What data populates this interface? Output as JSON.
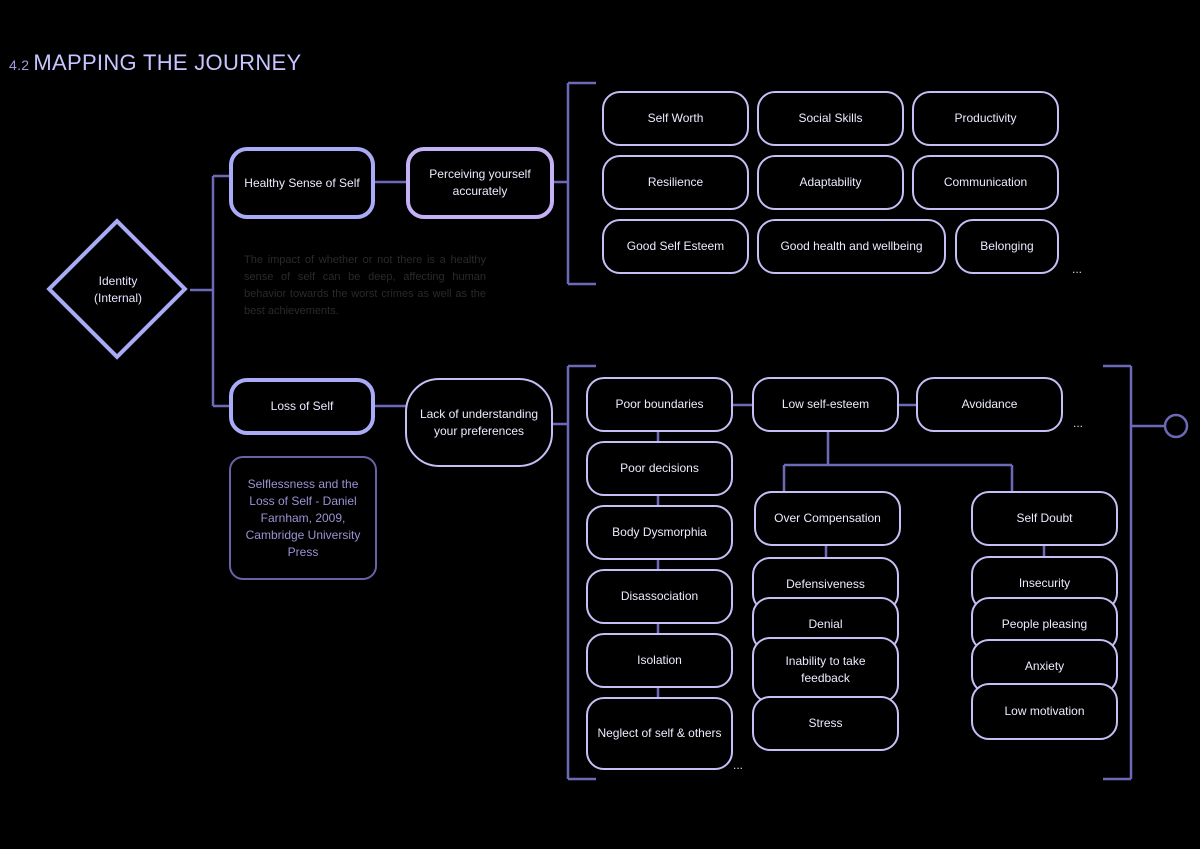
{
  "title": {
    "number": "4.2",
    "text": "MAPPING THE JOURNEY"
  },
  "identity": "Identity\n(Internal)",
  "healthy": {
    "label": "Healthy Sense of Self",
    "perceiving": "Perceiving yourself accurately",
    "traits": [
      "Self Worth",
      "Social Skills",
      "Productivity",
      "Resilience",
      "Adaptability",
      "Communication",
      "Good Self Esteem",
      "Good health and wellbeing",
      "Belonging"
    ],
    "ellipsis": "..."
  },
  "description": "The impact of whether or not there is a healthy sense of self can be deep, affecting human behavior towards the worst crimes as well as the best achievements.",
  "loss": {
    "label": "Loss of Self",
    "lack": "Lack of understanding your preferences",
    "book": "Selflessness and the Loss of Self - Daniel Farnham, 2009, Cambridge University Press",
    "column1": [
      "Poor boundaries",
      "Poor decisions",
      "Body Dysmorphia",
      "Disassociation",
      "Isolation",
      "Neglect of self & others"
    ],
    "low_self_esteem": "Low self-esteem",
    "avoidance": "Avoidance",
    "over_compensation": "Over Compensation",
    "over_items": [
      "Defensiveness",
      "Denial",
      "Inability to take feedback",
      "Stress"
    ],
    "self_doubt": "Self Doubt",
    "doubt_items": [
      "Insecurity",
      "People pleasing",
      "Anxiety",
      "Low motivation"
    ],
    "ellipsis": "..."
  },
  "colors": {
    "background": "#000000",
    "line": "#6c6ab8",
    "node_border": "#c9bdf6",
    "accent_blue": "#a9abf7",
    "accent_violet": "#c5b2f4"
  }
}
